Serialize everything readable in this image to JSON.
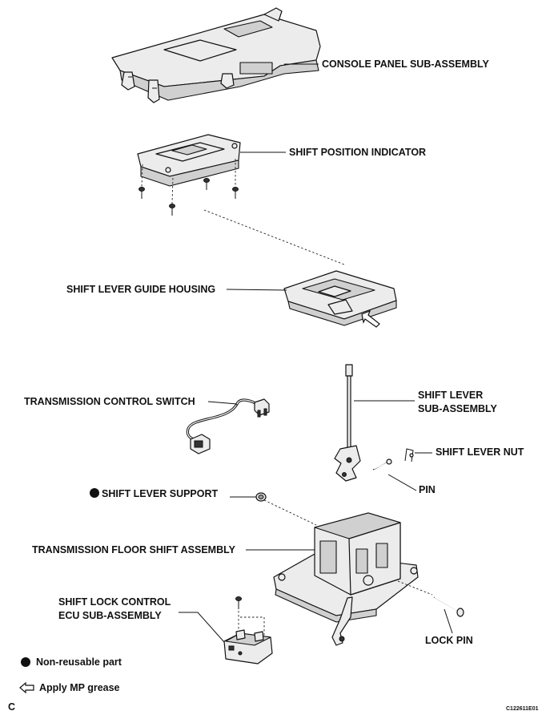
{
  "labels": {
    "console_panel": "CONSOLE PANEL SUB-ASSEMBLY",
    "shift_position_indicator": "SHIFT POSITION INDICATOR",
    "shift_lever_guide_housing": "SHIFT LEVER GUIDE HOUSING",
    "transmission_control_switch": "TRANSMISSION CONTROL SWITCH",
    "shift_lever_sub_assembly_line1": "SHIFT LEVER",
    "shift_lever_sub_assembly_line2": "SUB-ASSEMBLY",
    "shift_lever_nut": "SHIFT LEVER NUT",
    "pin": "PIN",
    "shift_lever_support": "SHIFT LEVER SUPPORT",
    "transmission_floor_shift_assembly": "TRANSMISSION FLOOR SHIFT ASSEMBLY",
    "shift_lock_ecu_line1": "SHIFT LOCK CONTROL",
    "shift_lock_ecu_line2": "ECU SUB-ASSEMBLY",
    "lock_pin": "LOCK PIN"
  },
  "legend": {
    "non_reusable": "Non-reusable part",
    "apply_grease": "Apply MP grease"
  },
  "footer": {
    "corner_letter": "C",
    "figure_code": "C122611E01"
  },
  "icons": {
    "non_reusable": "filled-circle-icon",
    "grease": "hollow-arrow-icon"
  }
}
